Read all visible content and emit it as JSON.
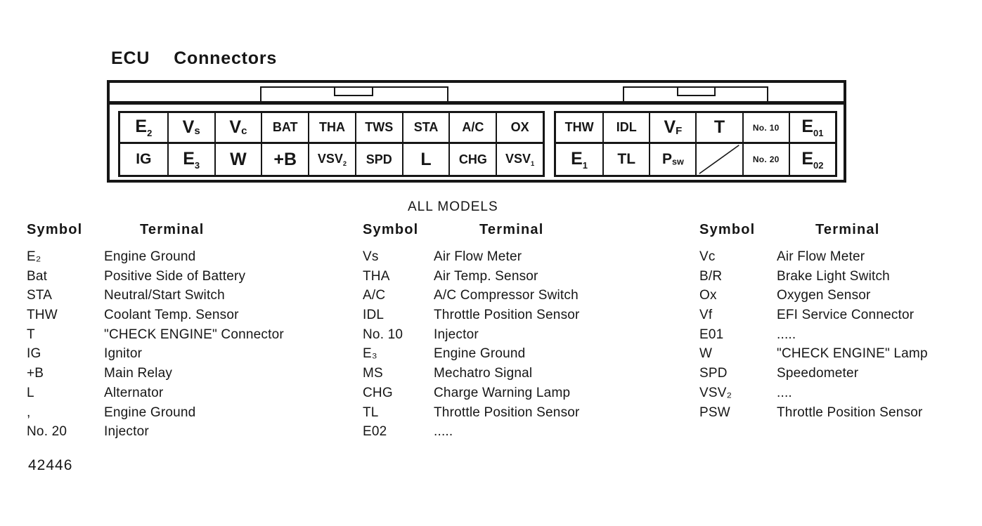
{
  "title": {
    "word1": "ECU",
    "word2": "Connectors"
  },
  "section_heading": "ALL MODELS",
  "figure_number": "42446",
  "connector": {
    "left_block": {
      "row1": [
        {
          "m": "E",
          "s": "2"
        },
        {
          "m": "V",
          "s": "s"
        },
        {
          "m": "V",
          "s": "c"
        },
        {
          "m": "BAT"
        },
        {
          "m": "THA"
        },
        {
          "m": "TWS"
        },
        {
          "m": "STA"
        },
        {
          "m": "A/C"
        },
        {
          "m": "OX"
        }
      ],
      "row2": [
        {
          "m": "IG"
        },
        {
          "m": "E",
          "s": "3"
        },
        {
          "m": "W"
        },
        {
          "m": "+B"
        },
        {
          "m": "VSV",
          "s": "2"
        },
        {
          "m": "SPD"
        },
        {
          "m": "L"
        },
        {
          "m": "CHG"
        },
        {
          "m": "VSV",
          "s": "1"
        }
      ]
    },
    "right_block": {
      "row1": [
        {
          "m": "THW"
        },
        {
          "m": "IDL"
        },
        {
          "m": "V",
          "s": "F"
        },
        {
          "m": "T"
        },
        {
          "m": "No. 10"
        },
        {
          "m": "E",
          "s": "01"
        }
      ],
      "row2": [
        {
          "m": "E",
          "s": "1"
        },
        {
          "m": "TL"
        },
        {
          "m": "P",
          "s": "sw"
        },
        {
          "m": ""
        },
        {
          "m": "No. 20"
        },
        {
          "m": "E",
          "s": "02"
        }
      ]
    }
  },
  "legend": {
    "header_symbol": "Symbol",
    "header_terminal": "Terminal",
    "col1": [
      {
        "sym": "E₂",
        "term": "Engine Ground"
      },
      {
        "sym": "Bat",
        "term": "Positive Side of Battery"
      },
      {
        "sym": "STA",
        "term": "Neutral/Start Switch"
      },
      {
        "sym": "THW",
        "term": "Coolant Temp. Sensor"
      },
      {
        "sym": "T",
        "term": "\"CHECK ENGINE\" Connector"
      },
      {
        "sym": "IG",
        "term": "Ignitor"
      },
      {
        "sym": "+B",
        "term": "Main Relay"
      },
      {
        "sym": "L",
        "term": "Alternator"
      },
      {
        "sym": ",",
        "term": "Engine Ground"
      },
      {
        "sym": "No. 20",
        "term": "Injector"
      }
    ],
    "col2": [
      {
        "sym": "Vs",
        "term": "Air Flow Meter"
      },
      {
        "sym": "THA",
        "term": "Air Temp. Sensor"
      },
      {
        "sym": "A/C",
        "term": "A/C Compressor Switch"
      },
      {
        "sym": "IDL",
        "term": "Throttle Position Sensor"
      },
      {
        "sym": "No. 10",
        "term": "Injector"
      },
      {
        "sym": "E₃",
        "term": "Engine Ground"
      },
      {
        "sym": "MS",
        "term": "Mechatro Signal"
      },
      {
        "sym": "CHG",
        "term": "Charge Warning Lamp"
      },
      {
        "sym": "TL",
        "term": "Throttle Position Sensor"
      },
      {
        "sym": "E02",
        "term": "....."
      }
    ],
    "col3": [
      {
        "sym": "Vc",
        "term": "Air Flow Meter"
      },
      {
        "sym": "B/R",
        "term": "Brake Light Switch"
      },
      {
        "sym": "Ox",
        "term": "Oxygen Sensor"
      },
      {
        "sym": "Vf",
        "term": "EFI Service Connector"
      },
      {
        "sym": "E01",
        "term": "....."
      },
      {
        "sym": "W",
        "term": "\"CHECK ENGINE\" Lamp"
      },
      {
        "sym": "SPD",
        "term": "Speedometer"
      },
      {
        "sym": "VSV₂",
        "term": "...."
      },
      {
        "sym": "PSW",
        "term": "Throttle Position Sensor"
      }
    ]
  }
}
